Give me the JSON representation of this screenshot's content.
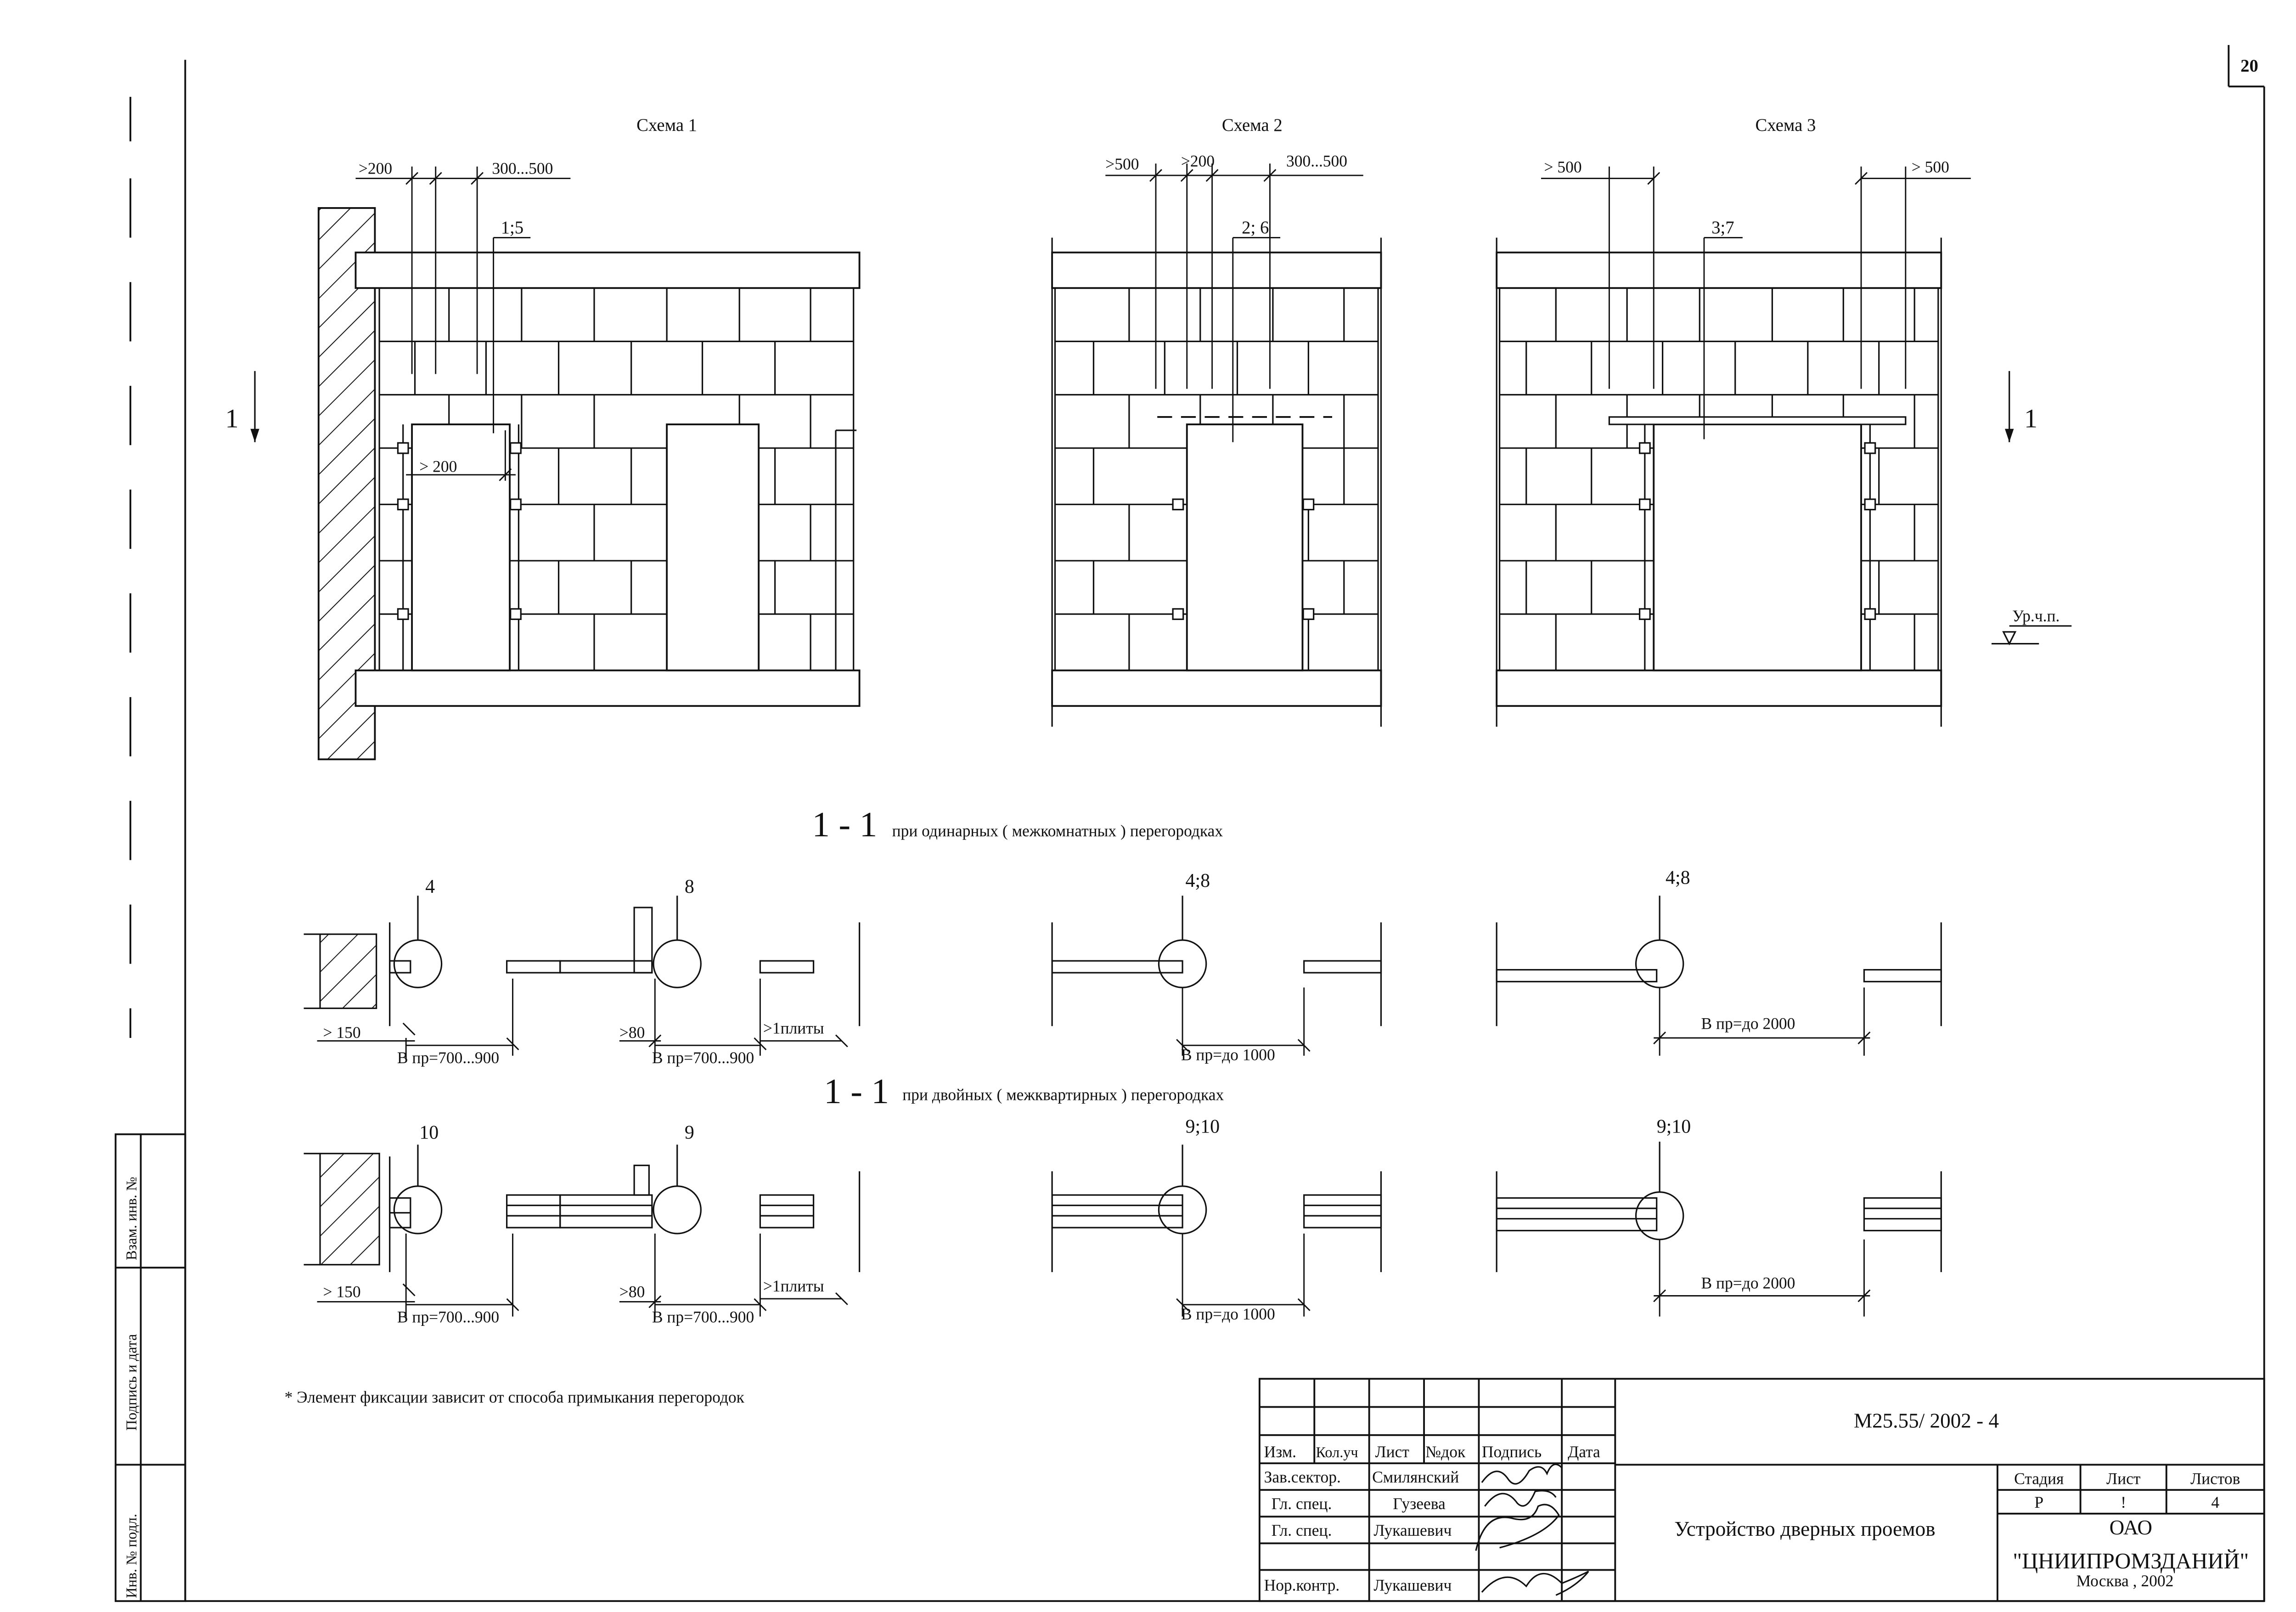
{
  "sheet_number": "20",
  "schemes": [
    {
      "title": "Схема 1",
      "dims": [
        ">200",
        "300...500"
      ],
      "note": "1;5",
      "inner_dim": "> 200"
    },
    {
      "title": "Схема 2",
      "dims": [
        ">500",
        ">200",
        "300...500"
      ],
      "note": "2; 6"
    },
    {
      "title": "Схема 3",
      "dims": [
        "> 500",
        "> 500"
      ],
      "note": "3;7"
    }
  ],
  "section_mark": "1",
  "floor_level": "Ур.ч.п.",
  "sections": [
    {
      "title_big": "1 - 1",
      "title_small": "при одинарных ( межкомнатных ) перегородках",
      "callouts": [
        "4",
        "8",
        "4;8",
        "4;8"
      ],
      "dims": [
        "> 150",
        "В пр=700...900",
        ">80",
        "В пр=700...900",
        ">1плиты",
        "В пр=до 1000",
        "В пр=до 2000"
      ]
    },
    {
      "title_big": "1 - 1",
      "title_small": "при двойных ( межквартирных ) перегородках",
      "callouts": [
        "10",
        "9",
        "9;10",
        "9;10"
      ],
      "dims": [
        "> 150",
        "В пр=700...900",
        ">80",
        "В пр=700...900",
        ">1плиты",
        "В пр=до 1000",
        "В пр=до 2000"
      ]
    }
  ],
  "footnote": "* Элемент фиксации зависит от способа примыкания перегородок",
  "side_stamp": [
    "Взам. инв. №",
    "Подпись и дата",
    "Инв. № подл."
  ],
  "title_block": {
    "code": "М25.55/ 2002 - 4",
    "headers": [
      "Изм.",
      "Кол.уч",
      "Лист",
      "№док",
      "Подпись",
      "Дата"
    ],
    "rows": [
      {
        "role": "Зав.сектор.",
        "name": "Смилянский"
      },
      {
        "role": "Гл. спец.",
        "name": "Гузеева"
      },
      {
        "role": "Гл. спец.",
        "name": "Лукашевич"
      },
      {
        "role": "Нор.контр.",
        "name": "Лукашевич"
      }
    ],
    "doc_title": "Устройство дверных проемов",
    "stage_headers": [
      "Стадия",
      "Лист",
      "Листов"
    ],
    "stage_values": [
      "Р",
      "!",
      "4"
    ],
    "org_line1": "ОАО",
    "org_line2": "\"ЦНИИПРОМЗДАНИЙ\"",
    "org_line3": "Москва , 2002"
  }
}
